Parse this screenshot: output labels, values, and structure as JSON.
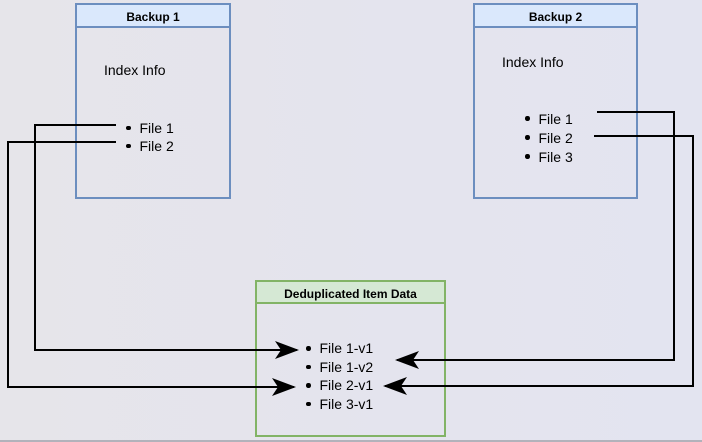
{
  "backup1": {
    "title": "Backup 1",
    "subtitle": "Index Info",
    "files": [
      "File 1",
      "File 2"
    ]
  },
  "backup2": {
    "title": "Backup 2",
    "subtitle": "Index Info",
    "files": [
      "File 1",
      "File 2",
      "File 3"
    ]
  },
  "dedup": {
    "title": "Deduplicated Item Data",
    "items": [
      "File 1-v1",
      "File 1-v2",
      "File 2-v1",
      "File 3-v1"
    ]
  },
  "connections": [
    {
      "from": "Backup 1 / File 1",
      "to": "Deduplicated Item Data / File 1-v1"
    },
    {
      "from": "Backup 1 / File 2",
      "to": "Deduplicated Item Data / File 2-v1"
    },
    {
      "from": "Backup 2 / File 1",
      "to": "Deduplicated Item Data / File 1-v2"
    },
    {
      "from": "Backup 2 / File 2",
      "to": "Deduplicated Item Data / File 2-v1"
    }
  ],
  "colors": {
    "backup_fill": "#dae8fc",
    "backup_stroke": "#6c8ebf",
    "dedup_fill": "#d5e8d4",
    "dedup_stroke": "#82b366",
    "background": "#e5e4ed",
    "arrow": "#000000"
  }
}
